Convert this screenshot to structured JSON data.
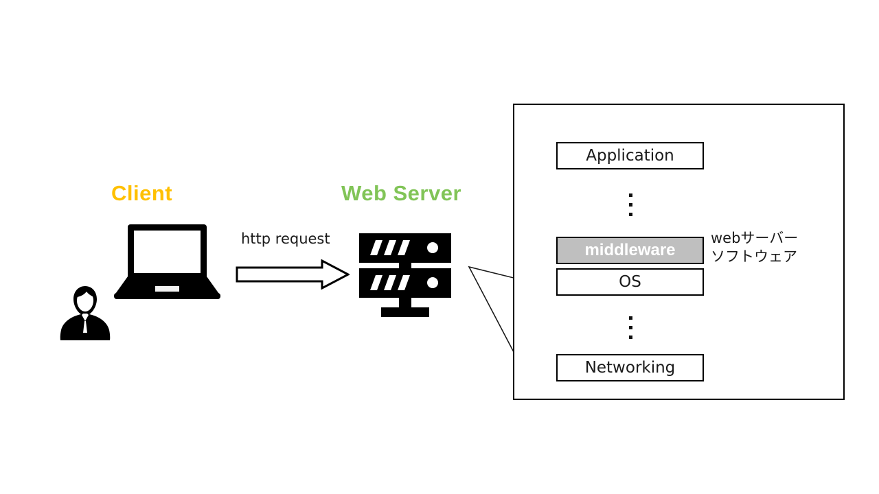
{
  "diagram": {
    "title_client": "Client",
    "title_server": "Web Server",
    "request_label": "http request",
    "annotation_line1": "webサーバー",
    "annotation_line2": "ソフトウェア",
    "colors": {
      "client_title": "#FFC000",
      "server_title": "#81C457",
      "middleware_fill": "#BFBFBF",
      "middleware_text": "#FFFFFF",
      "stroke": "#000000",
      "background": "#FFFFFF"
    },
    "icons": {
      "person": "person-silhouette-icon",
      "laptop": "laptop-icon",
      "server": "server-rack-icon",
      "arrow": "right-block-arrow-icon",
      "ellipsis": "vertical-ellipsis-icon"
    },
    "stack": {
      "layers": [
        {
          "label": "Application",
          "highlighted": false
        },
        {
          "label": "middleware",
          "highlighted": true
        },
        {
          "label": "OS",
          "highlighted": false
        },
        {
          "label": "Networking",
          "highlighted": false
        }
      ],
      "gap_markers": [
        "⋮",
        "⋮"
      ]
    }
  }
}
